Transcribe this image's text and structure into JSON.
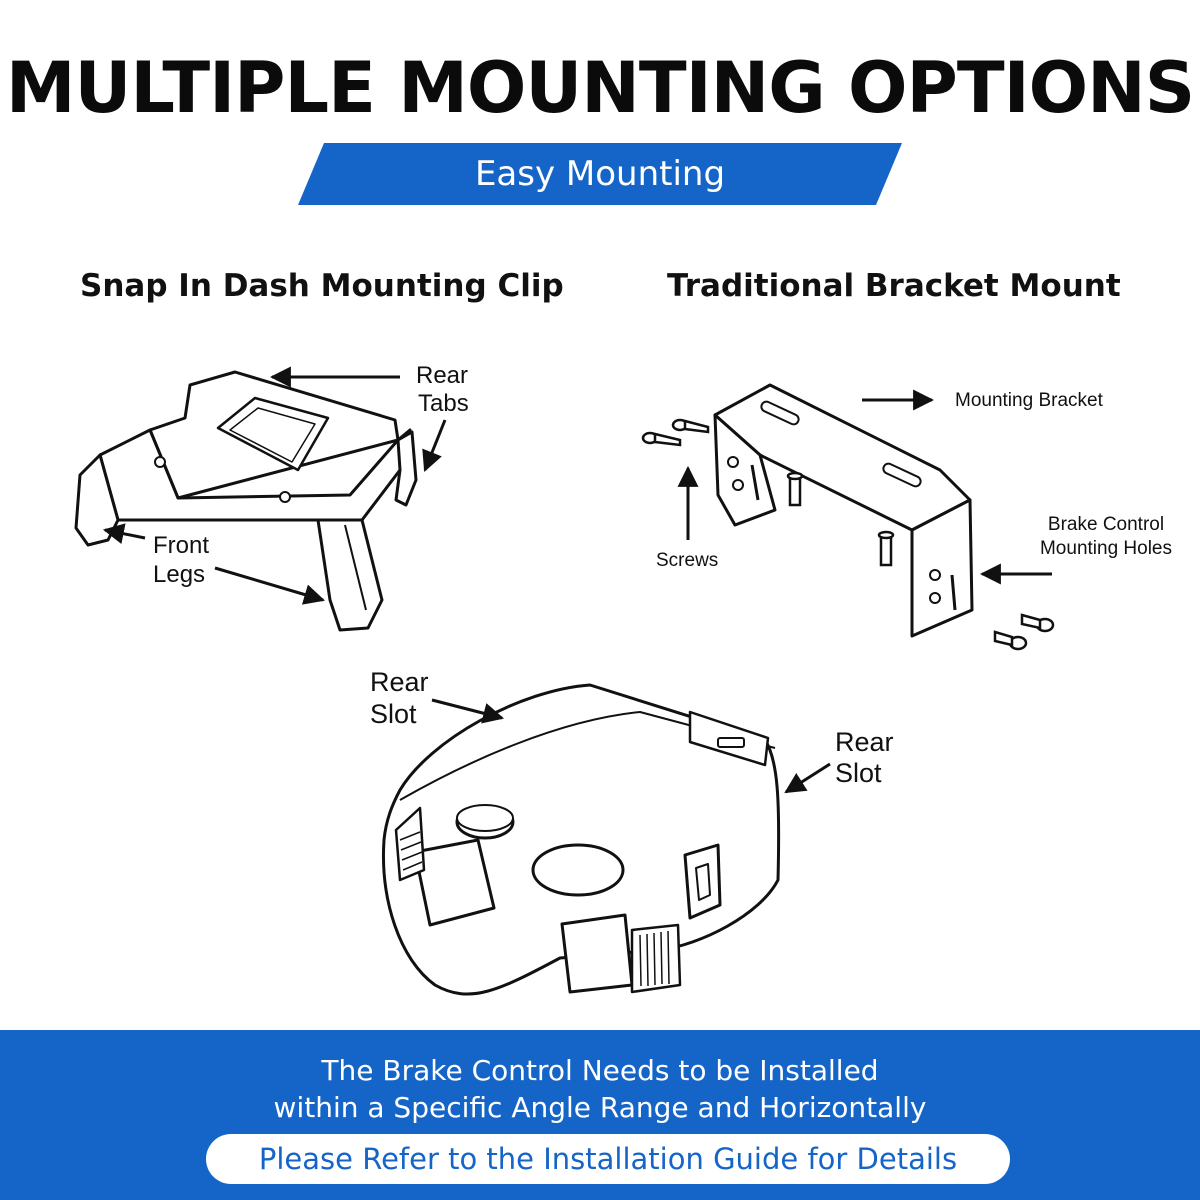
{
  "header": {
    "title": "MULTIPLE MOUNTING OPTIONS",
    "subtitle": "Easy Mounting"
  },
  "sections": {
    "clip": {
      "heading": "Snap In Dash Mounting Clip",
      "rear_tabs_label": [
        "Rear",
        "Tabs"
      ],
      "front_legs_label": [
        "Front",
        "Legs"
      ]
    },
    "bracket": {
      "heading": "Traditional Bracket Mount",
      "mounting_bracket_label": "Mounting Bracket",
      "screws_label": "Screws",
      "holes_label": [
        "Brake Control",
        "Mounting Holes"
      ]
    },
    "controller": {
      "rear_slot_left_label": [
        "Rear",
        "Slot"
      ],
      "rear_slot_right_label": [
        "Rear",
        "Slot"
      ]
    }
  },
  "footer": {
    "notice_lines": [
      "The Brake Control Needs to be Installed",
      "within a Specific Angle Range and Horizontally"
    ],
    "pill_text": "Please Refer to the Installation Guide for Details"
  },
  "colors": {
    "accent_blue": "#1565c8",
    "line_art": "#111111",
    "background": "#ffffff"
  }
}
